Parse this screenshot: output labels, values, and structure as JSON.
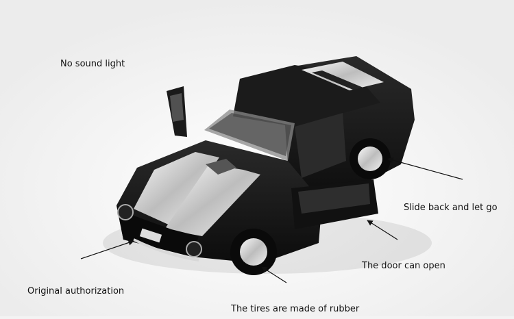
{
  "annotations": {
    "no_sound_light": "No sound light",
    "slide_back": "Slide back and let go",
    "door_open": "The door can open",
    "original_authorization": "Original authorization",
    "tires_rubber": "The tires are made of rubber"
  },
  "colors": {
    "background": "#f3f3f3",
    "car_body": "#141414",
    "stripe": "#d8d8d8",
    "text": "#111111"
  }
}
